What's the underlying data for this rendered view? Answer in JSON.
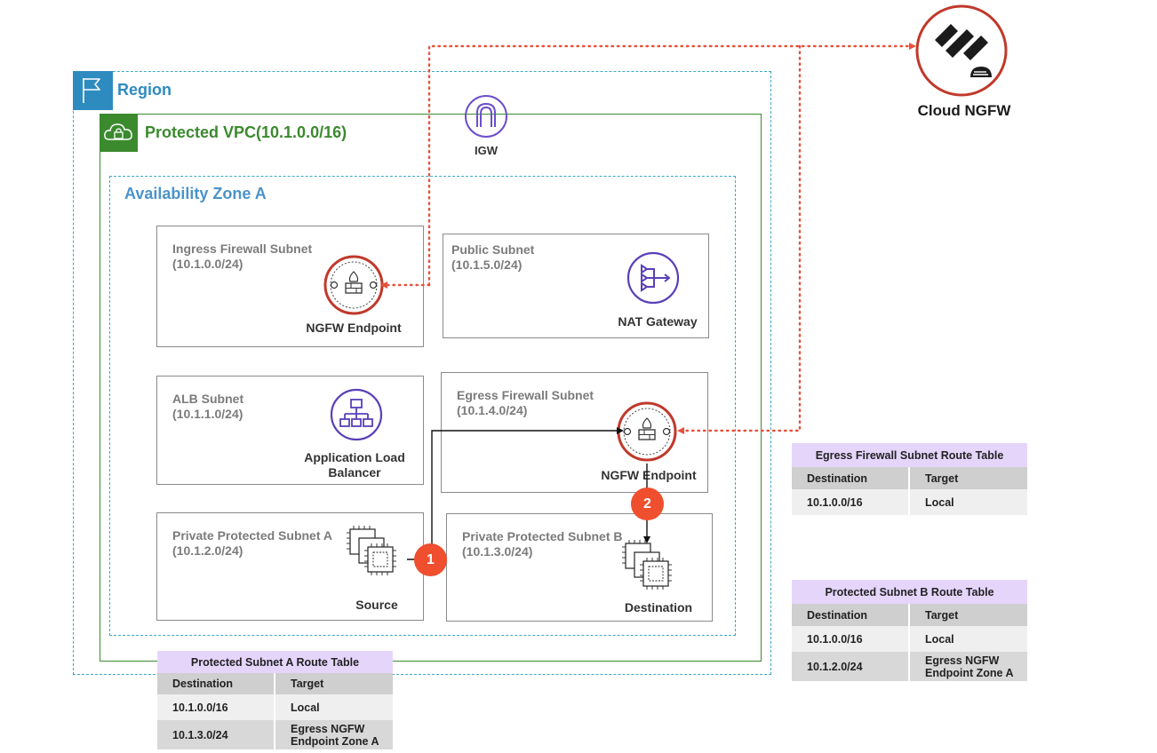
{
  "region": {
    "label": "Region"
  },
  "vpc": {
    "label": "Protected VPC(10.1.0.0/16)"
  },
  "igw": {
    "label": "IGW"
  },
  "cloud_ngfw": {
    "label": "Cloud NGFW"
  },
  "az": {
    "label": "Availability Zone A"
  },
  "subnets": {
    "ingress": {
      "title": "Ingress Firewall Subnet",
      "cidr": "(10.1.0.0/24)",
      "caption": "NGFW Endpoint"
    },
    "public": {
      "title": "Public Subnet",
      "cidr": "(10.1.5.0/24)",
      "caption": "NAT Gateway"
    },
    "alb": {
      "title": "ALB Subnet",
      "cidr": "(10.1.1.0/24)",
      "caption_line1": "Application Load",
      "caption_line2": "Balancer"
    },
    "egress": {
      "title": "Egress  Firewall Subnet",
      "cidr": "(10.1.4.0/24)",
      "caption": "NGFW Endpoint"
    },
    "private_a": {
      "title": "Private Protected Subnet A",
      "cidr": "(10.1.2.0/24)",
      "caption": "Source"
    },
    "private_b": {
      "title": "Private Protected Subnet B",
      "cidr": "(10.1.3.0/24)",
      "caption": "Destination"
    }
  },
  "badges": {
    "one": "1",
    "two": "2"
  },
  "route_tables": {
    "egress_fw": {
      "title": "Egress Firewall Subnet Route Table",
      "col_destination": "Destination",
      "col_target": "Target",
      "rows": [
        {
          "destination": "10.1.0.0/16",
          "target": "Local"
        }
      ]
    },
    "subnet_b": {
      "title": "Protected Subnet B Route Table",
      "col_destination": "Destination",
      "col_target": "Target",
      "rows": [
        {
          "destination": "10.1.0.0/16",
          "target": "Local"
        },
        {
          "destination": "10.1.2.0/24",
          "target_line1": "Egress NGFW",
          "target_line2": "Endpoint Zone A"
        }
      ]
    },
    "subnet_a": {
      "title": "Protected Subnet A Route Table",
      "col_destination": "Destination",
      "col_target": "Target",
      "rows": [
        {
          "destination": "10.1.0.0/16",
          "target": "Local"
        },
        {
          "destination": "10.1.3.0/24",
          "target_line1": "Egress NGFW",
          "target_line2": "Endpoint Zone A"
        }
      ]
    }
  },
  "colors": {
    "region": "#2e8bc0",
    "vpc": "#3b8a2e",
    "az": "#4b93c9",
    "ngfw": "#c0392b",
    "badge": "#ef4e2f",
    "aws_purple": "#5a3fb8",
    "flow_dotted": "#e8513a"
  }
}
